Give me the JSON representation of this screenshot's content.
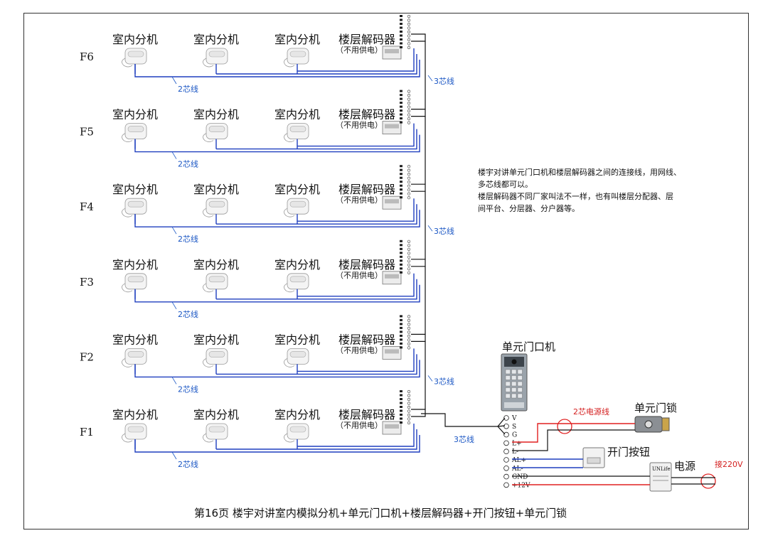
{
  "floors": [
    {
      "label": "F6",
      "indoor": [
        "室内分机",
        "室内分机",
        "室内分机"
      ],
      "decoder": "楼层解码器",
      "decoder_note": "（不用供电）",
      "wire2": "2芯线",
      "wire3": "3芯线"
    },
    {
      "label": "F5",
      "indoor": [
        "室内分机",
        "室内分机",
        "室内分机"
      ],
      "decoder": "楼层解码器",
      "decoder_note": "（不用供电）",
      "wire2": "2芯线",
      "wire3": ""
    },
    {
      "label": "F4",
      "indoor": [
        "室内分机",
        "室内分机",
        "室内分机"
      ],
      "decoder": "楼层解码器",
      "decoder_note": "（不用供电）",
      "wire2": "2芯线",
      "wire3": "3芯线"
    },
    {
      "label": "F3",
      "indoor": [
        "室内分机",
        "室内分机",
        "室内分机"
      ],
      "decoder": "楼层解码器",
      "decoder_note": "（不用供电）",
      "wire2": "2芯线",
      "wire3": ""
    },
    {
      "label": "F2",
      "indoor": [
        "室内分机",
        "室内分机",
        "室内分机"
      ],
      "decoder": "楼层解码器",
      "decoder_note": "（不用供电）",
      "wire2": "2芯线",
      "wire3": "3芯线"
    },
    {
      "label": "F1",
      "indoor": [
        "室内分机",
        "室内分机",
        "室内分机"
      ],
      "decoder": "楼层解码器",
      "decoder_note": "（不用供电）",
      "wire2": "2芯线",
      "wire3": "3芯线"
    }
  ],
  "note": {
    "lines": [
      "楼宇对讲单元门口机和楼层解码器之间的连接线，用网线、",
      "多芯线都可以。",
      "楼层解码器不同厂家叫法不一样，也有叫楼层分配器、层",
      "间平台、分层器、分户器等。"
    ]
  },
  "door_station": {
    "title": "单元门口机"
  },
  "terminals": [
    "V",
    "S",
    "G",
    "L+",
    "L-",
    "AL+",
    "AL-",
    "GND",
    "+12V"
  ],
  "power_cable": "2芯电源线",
  "lock": {
    "title": "单元门锁"
  },
  "button": {
    "title": "开门按钮"
  },
  "psu": {
    "title": "电源",
    "brand": "UNLife",
    "mains": "接220V"
  },
  "caption": "第16页  楼宇对讲室内模拟分机+单元门口机+楼层解码器+开门按钮+单元门锁",
  "colors": {
    "blue_wire": "#1f3fbf",
    "red_wire": "#e02020",
    "black_wire": "#111111",
    "blue_text": "#1a56c4"
  }
}
